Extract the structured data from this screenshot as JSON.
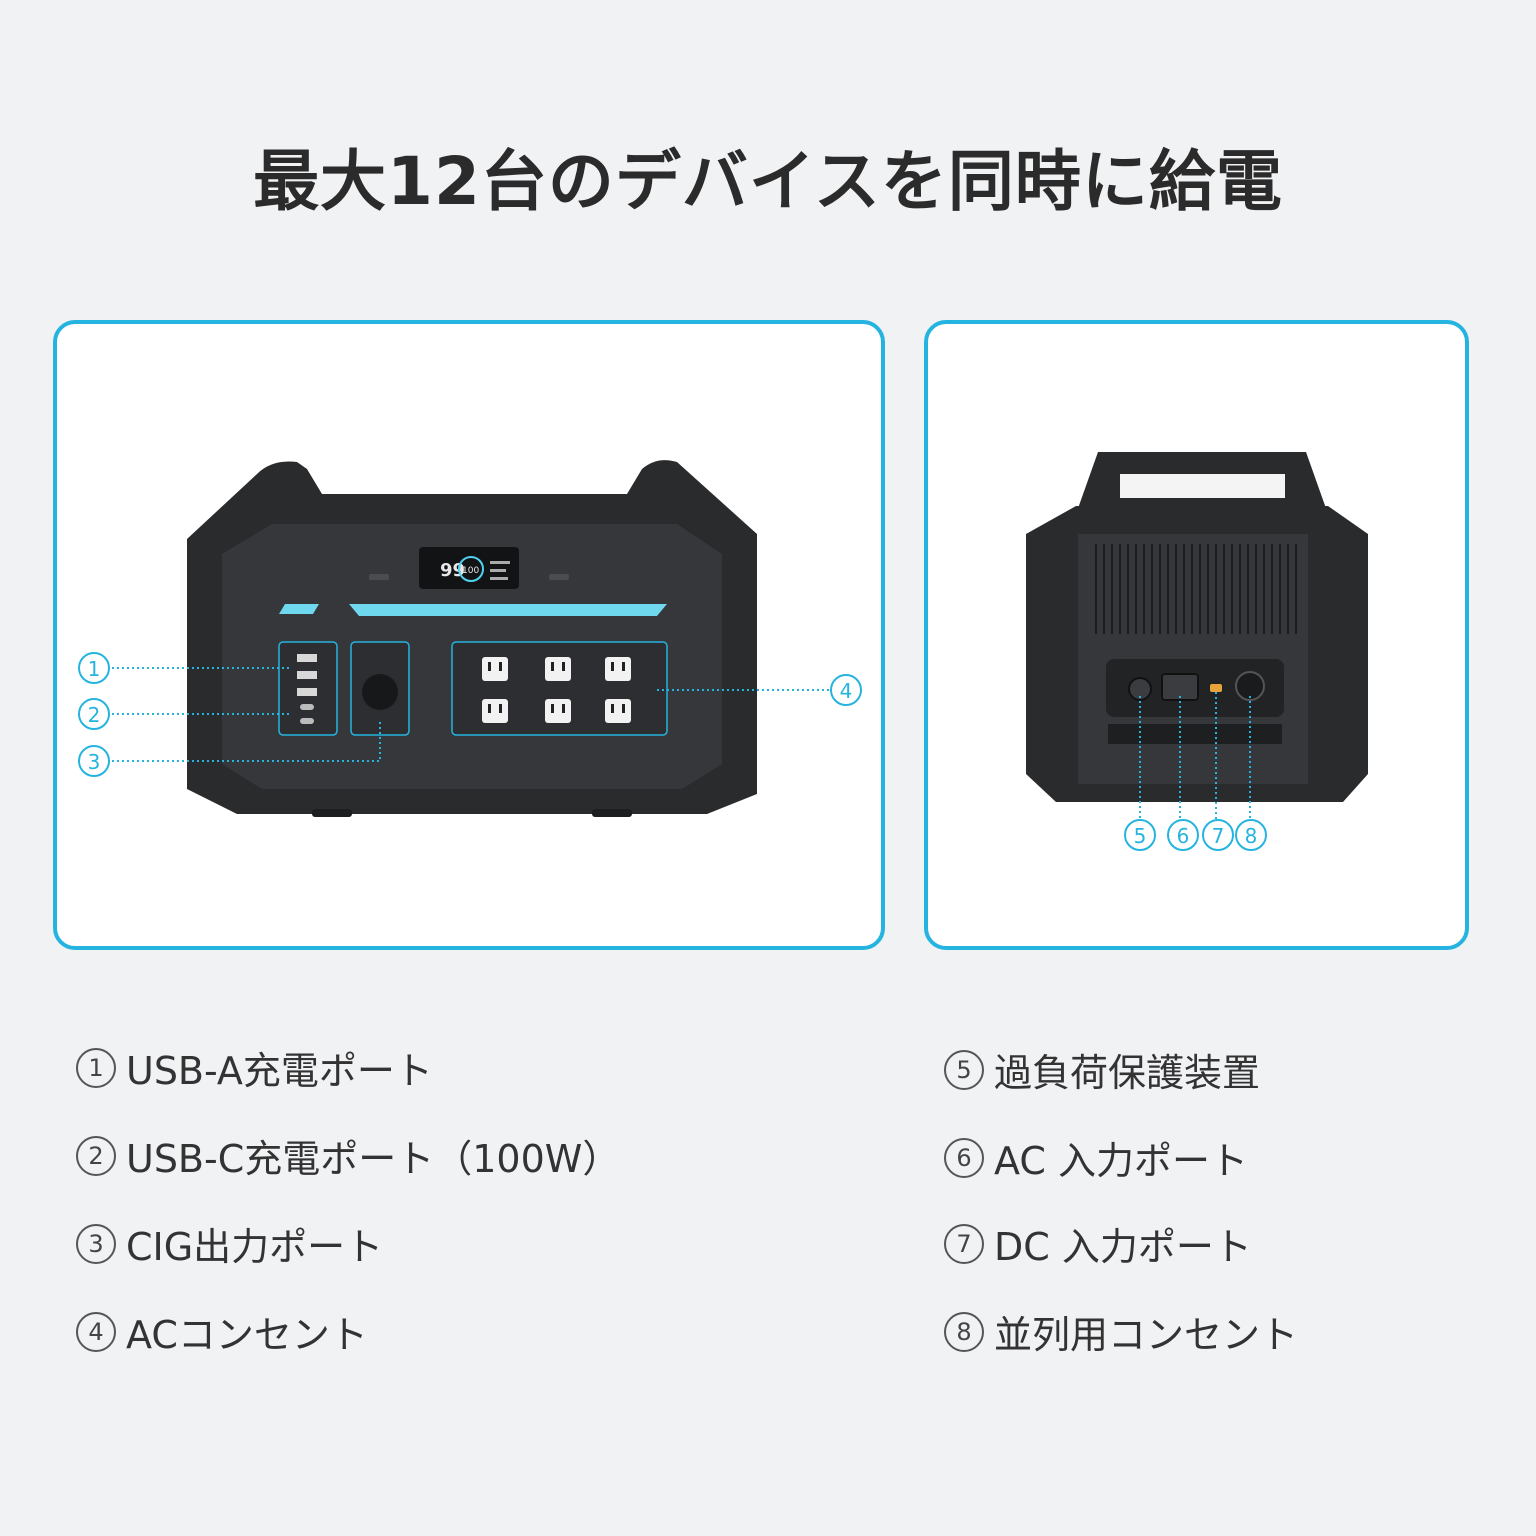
{
  "title": "最大12台のデバイスを同時に給電",
  "display": {
    "battery_value": "99",
    "percent_value": "100"
  },
  "markers": {
    "m1": "1",
    "m2": "2",
    "m3": "3",
    "m4": "4",
    "m5": "5",
    "m6": "6",
    "m7": "7",
    "m8": "8"
  },
  "legend": {
    "left": [
      {
        "num": "1",
        "label": "USB-A充電ポート"
      },
      {
        "num": "2",
        "label": "USB-C充電ポート（100W）"
      },
      {
        "num": "3",
        "label": "CIG出力ポート"
      },
      {
        "num": "4",
        "label": "ACコンセント"
      }
    ],
    "right": [
      {
        "num": "5",
        "label": "過負荷保護装置"
      },
      {
        "num": "6",
        "label": "AC 入力ポート"
      },
      {
        "num": "7",
        "label": "DC 入力ポート"
      },
      {
        "num": "8",
        "label": "並列用コンセント"
      }
    ]
  },
  "colors": {
    "accent": "#25b4e0",
    "device_body": "#2c2d2f",
    "text": "#333333"
  }
}
